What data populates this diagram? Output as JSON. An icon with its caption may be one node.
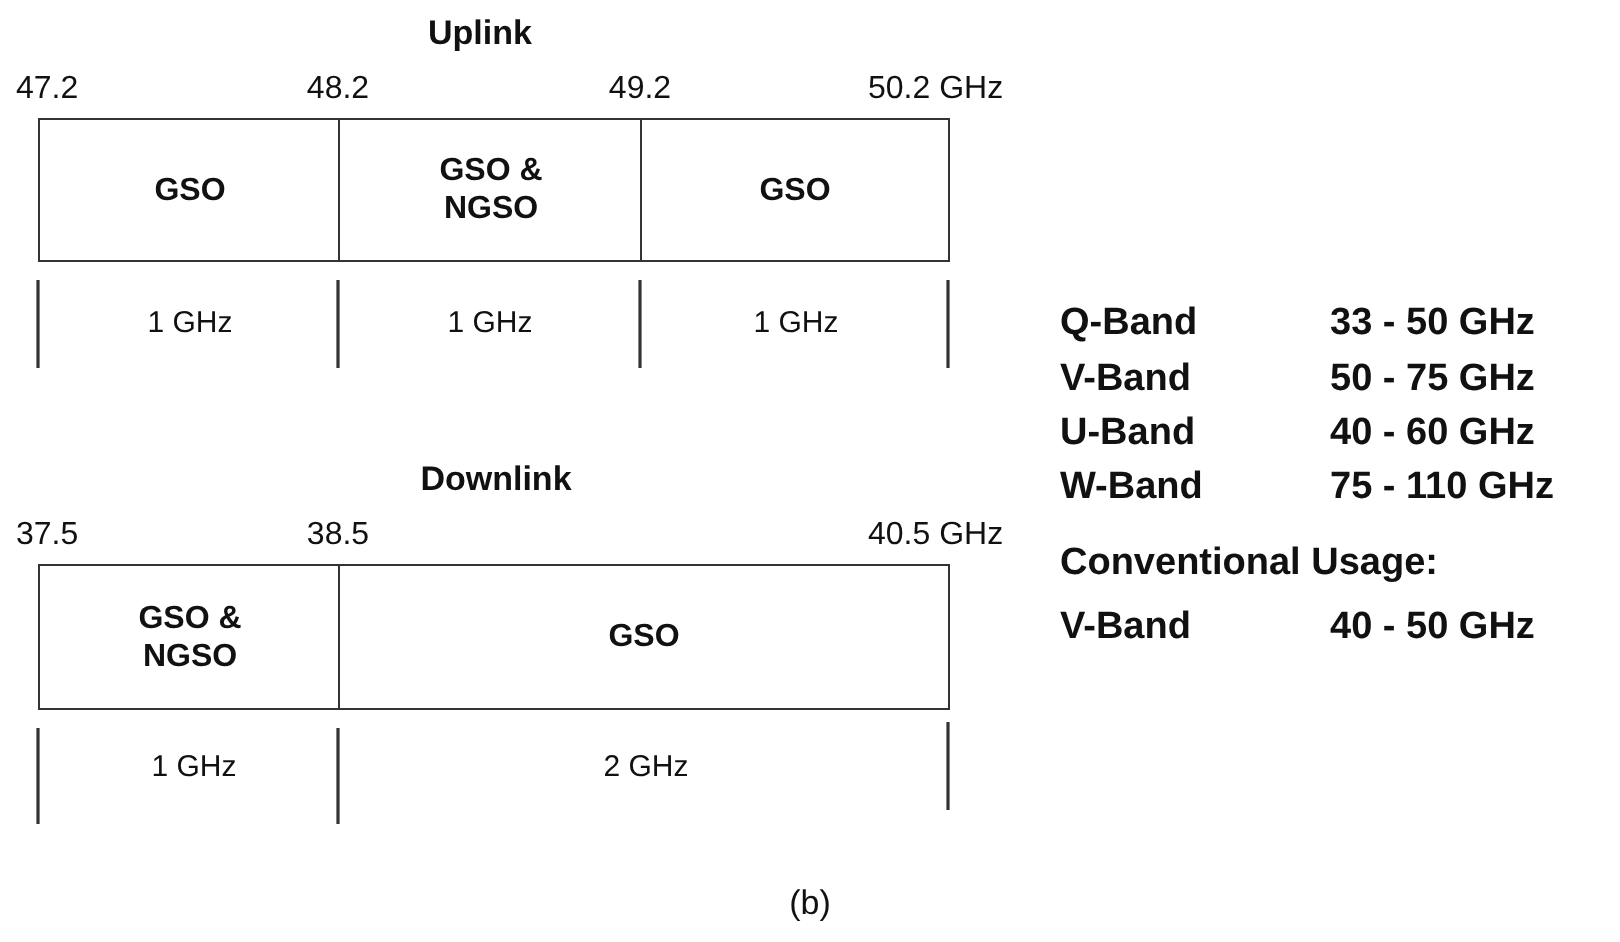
{
  "diagram": {
    "caption": "(b)",
    "nodes": [
      {
        "text": [
          "GSO"
        ]
      },
      {
        "text": [
          "GSO & NGSO"
        ]
      },
      {
        "text": [
          "GSO"
        ]
      },
      {
        "text": [
          "GSO & NGSO"
        ]
      },
      {
        "text": [
          "GSO"
        ]
      }
    ],
    "edges": [],
    "labels": [
      "Uplink",
      "47.2",
      "48.2",
      "49.2",
      "50.2 GHz",
      "1 GHz",
      "1 GHz",
      "1 GHz",
      "Downlink",
      "37.5",
      "38.5",
      "40.5 GHz",
      "1 GHz",
      "2 GHz",
      "Q-Band",
      "33 - 50 GHz",
      "V-Band",
      "50 - 75 GHz",
      "U-Band",
      "40 - 60 GHz",
      "W-Band",
      "75 - 110 GHz",
      "Conventional Usage:",
      "V-Band",
      "40 - 50 GHz"
    ]
  }
}
